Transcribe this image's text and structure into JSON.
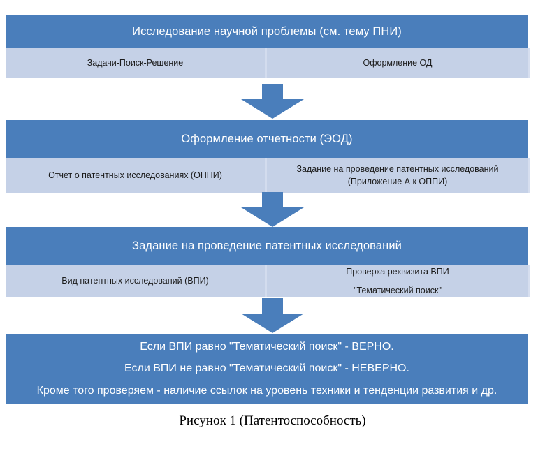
{
  "diagram": {
    "title": "Рисунок 1 (Патентоспособность)",
    "colors": {
      "header_blue": "#4a7ebb",
      "band_light": "#c5d1e7",
      "divider": "#d3dcee",
      "header_text": "#ffffff",
      "band_text": "#1c1c1c",
      "background": "#ffffff"
    },
    "blocks": [
      {
        "header": "Исследование научной проблемы  (см. тему ПНИ)",
        "columns": [
          {
            "lines": [
              "Задачи-Поиск-Решение"
            ]
          },
          {
            "lines": [
              "Оформление ОД"
            ]
          }
        ]
      },
      {
        "header": "Оформление отчетности  (ЭОД)",
        "columns": [
          {
            "lines": [
              "Отчет о патентных исследованиях (ОППИ)"
            ]
          },
          {
            "lines": [
              "Задание на проведение патентных исследований",
              "(Приложение А к ОППИ)"
            ]
          }
        ]
      },
      {
        "header": "Задание на проведение патентных исследований",
        "columns": [
          {
            "lines": [
              "Вид патентных исследований (ВПИ)"
            ]
          },
          {
            "lines": [
              "Проверка реквизита ВПИ",
              "\"Тематический поиск\""
            ]
          }
        ]
      }
    ],
    "conclusion": {
      "lines": [
        "Если ВПИ равно \"Тематический поиск\" - ВЕРНО.",
        "Если ВПИ не равно \"Тематический поиск\" - НЕВЕРНО.",
        "Кроме того проверяем - наличие ссылок на уровень техники и тенденции  развития и др."
      ]
    },
    "arrows": [
      {
        "name": "down-arrow-1"
      },
      {
        "name": "down-arrow-2"
      },
      {
        "name": "down-arrow-3"
      }
    ],
    "caption": "Рисунок 1 (Патентоспособность)"
  }
}
